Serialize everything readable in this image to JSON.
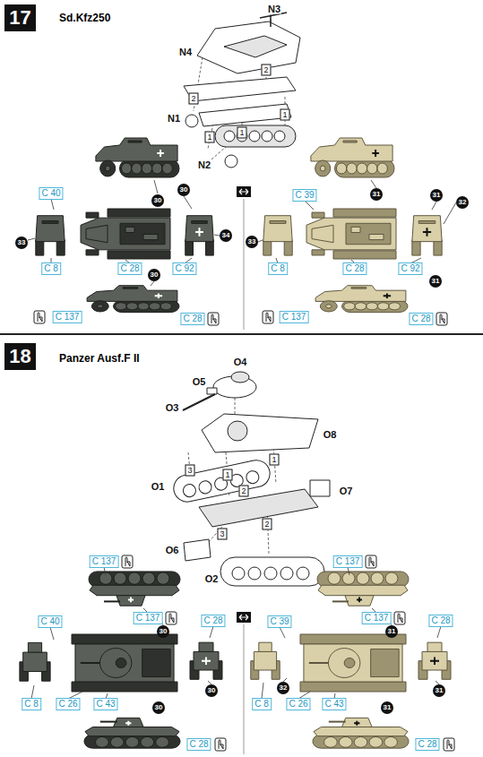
{
  "diagram": {
    "nodes": [
      {
        "text": [
          "17"
        ]
      },
      {
        "text": [
          "18"
        ]
      }
    ],
    "labels": [
      "Sd.Kfz250",
      "N3",
      "N4",
      "2",
      "2",
      "N1",
      "1",
      "1",
      "1",
      "N2",
      "30",
      "C 40",
      "33",
      "C 8",
      "C 28",
      "30",
      "C 92",
      "34",
      "30",
      "C 137",
      "C 28",
      "31",
      "C 39",
      "31",
      "32",
      "33",
      "C 8",
      "C 28",
      "C 92",
      "31",
      "C 137",
      "C 28",
      "Panzer Ausf.F II",
      "O4",
      "O5",
      "O3",
      "O8",
      "3",
      "1",
      "1",
      "O1",
      "2",
      "O7",
      "2",
      "3",
      "O6",
      "O2",
      "C 137",
      "C 137",
      "30",
      "C 40",
      "C 28",
      "C 8",
      "C 26",
      "C 43",
      "30",
      "30",
      "C 28",
      "C 137",
      "C 137",
      "31",
      "C 39",
      "C 28",
      "C 8",
      "C 26",
      "C 43",
      "32",
      "31",
      "31",
      "C 28"
    ]
  }
}
